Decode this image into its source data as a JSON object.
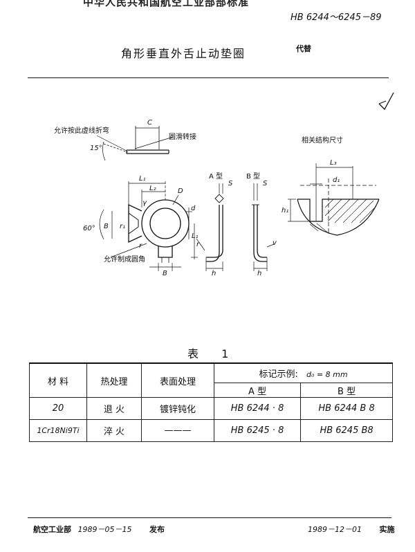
{
  "header": {
    "org_title": "中华人民共和国航空工业部部标准",
    "standard_number": "HB 6244～6245－89",
    "doc_title": "角形垂直外舌止动垫圈",
    "replaces_label": "代替"
  },
  "drawing": {
    "finish_symbol": "√",
    "notes": {
      "allow_break_line": "允许按此虚线折弯",
      "round_edge": "圆滑转接",
      "allow_round_corner": "允许制成圆角"
    },
    "related_label": "相关结构尺寸",
    "type_a_label": "A 型",
    "type_b_label": "B 型",
    "dims": {
      "C": "C",
      "L1": "L₁",
      "L2": "L₂",
      "D": "D",
      "d": "d",
      "B": "B",
      "r1": "r₁",
      "r": "r",
      "b": "b",
      "h": "h",
      "S": "S",
      "angle15": "15°",
      "angle60": "60°",
      "gamma": "γ",
      "L3": "L₃",
      "d1": "d₁",
      "h1": "h₁",
      "v": "v"
    }
  },
  "table": {
    "caption": "表 1",
    "headers": {
      "material": "材    料",
      "heat_treatment": "热处理",
      "surface": "表面处理",
      "example": "标记示例:",
      "example_param": "d₀ = 8 mm",
      "type_a": "A    型",
      "type_b": "B    型"
    },
    "rows": [
      {
        "material": "20",
        "heat": "退  火",
        "surface": "镀锌钝化",
        "type_a": "HB 6244 · 8",
        "type_b": "HB 6244 B 8"
      },
      {
        "material": "1Cr18Ni9Ti",
        "heat": "淬  火",
        "surface": "———",
        "type_a": "HB 6245 · 8",
        "type_b": "HB 6245 B8"
      }
    ]
  },
  "footer": {
    "issuer": "航空工业部",
    "issue_date": "1989－05－15",
    "issue_label": "发布",
    "effective_date": "1989－12－01",
    "effective_label": "实施"
  }
}
